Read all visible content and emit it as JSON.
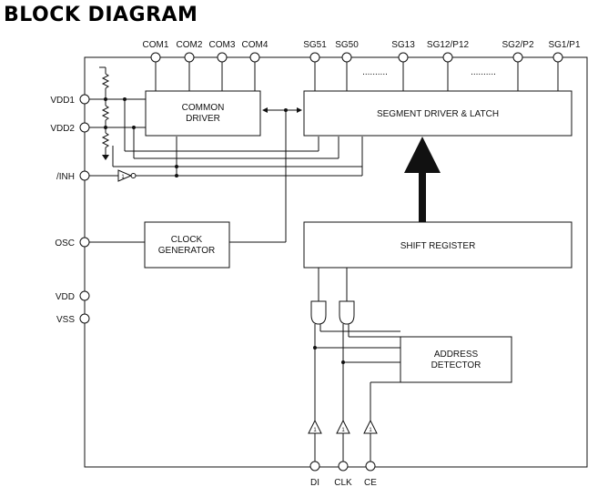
{
  "title": "BLOCK DIAGRAM",
  "pins_top": {
    "com1": "COM1",
    "com2": "COM2",
    "com3": "COM3",
    "com4": "COM4",
    "sg51": "SG51",
    "sg50": "SG50",
    "sg13": "SG13",
    "sg12": "SG12/P12",
    "sg2": "SG2/P2",
    "sg1": "SG1/P1"
  },
  "pins_left": {
    "vdd1": "VDD1",
    "vdd2": "VDD2",
    "inh": "/INH",
    "osc": "OSC",
    "vdd": "VDD",
    "vss": "VSS"
  },
  "pins_bottom": {
    "di": "DI",
    "clk": "CLK",
    "ce": "CE"
  },
  "blocks": {
    "common_driver": [
      "COMMON",
      "DRIVER"
    ],
    "segment_driver": "SEGMENT DRIVER & LATCH",
    "clock_generator": [
      "CLOCK",
      "GENERATOR"
    ],
    "shift_register": "SHIFT REGISTER",
    "address_detector": [
      "ADDRESS",
      "DETECTOR"
    ]
  },
  "ellipsis": ".........."
}
